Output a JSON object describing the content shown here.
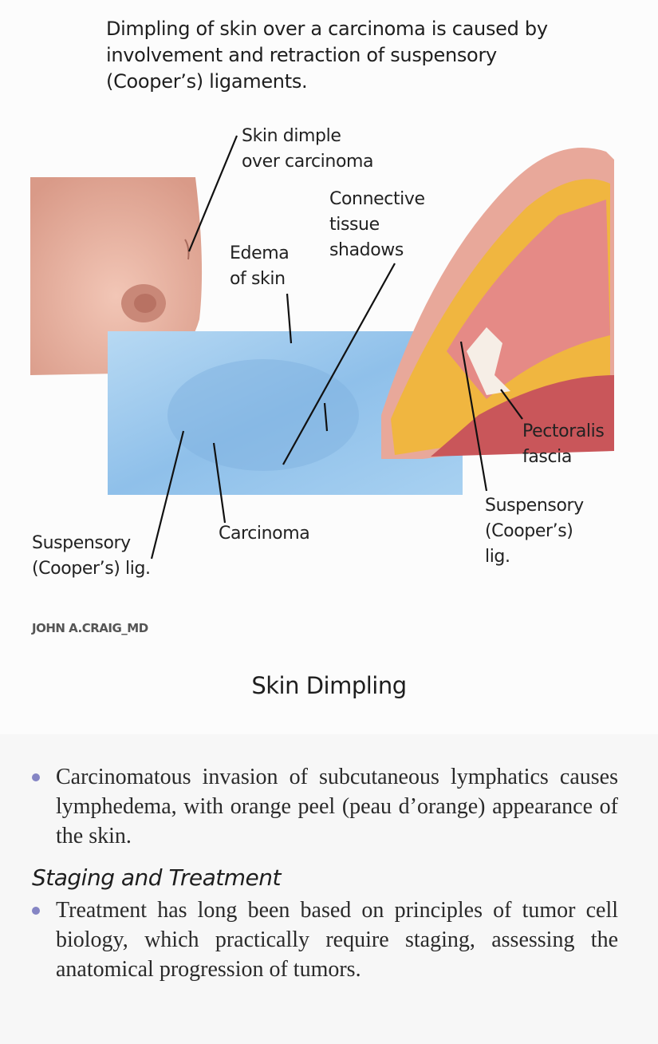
{
  "caption": "Dimpling of skin over a carcinoma is caused by involvement and retraction of suspensory (Cooper’s) ligaments.",
  "labels": {
    "skin_dimple": [
      "Skin dimple",
      "over carcinoma"
    ],
    "connective": [
      "Connective",
      "tissue",
      "shadows"
    ],
    "edema": [
      "Edema",
      "of skin"
    ],
    "pectoralis": [
      "Pectoralis",
      "fascia"
    ],
    "suspensory_right": [
      "Suspensory",
      "(Cooper’s)",
      "lig."
    ],
    "carcinoma": "Carcinoma",
    "suspensory_left": [
      "Suspensory",
      "(Cooper’s) lig."
    ]
  },
  "signature": "JOHN A.CRAIG_MD",
  "figure_title": "Skin Dimpling",
  "bullets": [
    "Carcinomatous invasion of subcutaneous lymphatics causes lymphedema, with orange peel (peau d’orange) appearance of the skin."
  ],
  "section_heading": "Staging and Treatment",
  "section_bullets": [
    "Treatment has long been based on principles of tumor cell biology, which practically require staging, assessing the anatomical progression of tumors."
  ],
  "colors": {
    "bullet": "#8585c4",
    "mammogram": "#9cc8ec",
    "skin": "#e9b3a2",
    "fat": "#f0b640"
  }
}
